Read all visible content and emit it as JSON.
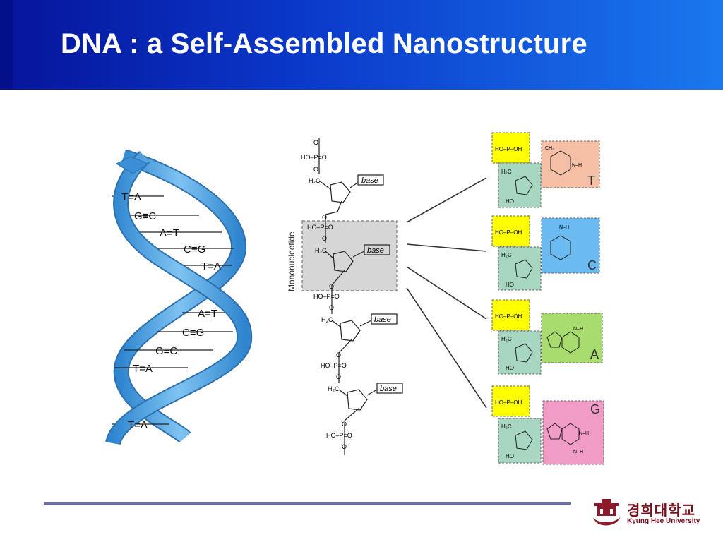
{
  "slide": {
    "title": "DNA : a Self-Assembled Nanostructure"
  },
  "helix": {
    "pairs": [
      "T=A",
      "G≡C",
      "A=T",
      "C≡G",
      "T=A",
      "A=T",
      "C≡G",
      "G≡C",
      "T=A",
      "T=A"
    ]
  },
  "backbone": {
    "vertical_label": "Mononucleotide",
    "base_label": "base",
    "phosphate_side": "HO–P=O",
    "h2c": "H₂C",
    "o": "O"
  },
  "nucleotides": [
    {
      "letter": "T",
      "color": "#f5bfa5"
    },
    {
      "letter": "C",
      "color": "#6bbaf0"
    },
    {
      "letter": "A",
      "color": "#a8dc6e"
    },
    {
      "letter": "G",
      "color": "#f09cc6"
    }
  ],
  "chem": {
    "phosphate": "HO–P–OH",
    "ho": "HO",
    "n": "N",
    "nh": "N–H",
    "ch3": "CH₃"
  },
  "colors": {
    "phosphate_yellow": "#ffff00",
    "sugar_green": "#a7d7c1",
    "helix_blue": "#4da3e0",
    "mono_box": "#d6d6d6",
    "title_blue": "#0a37c8"
  },
  "logo": {
    "korean": "경희대학교",
    "english": "Kyung Hee University"
  }
}
